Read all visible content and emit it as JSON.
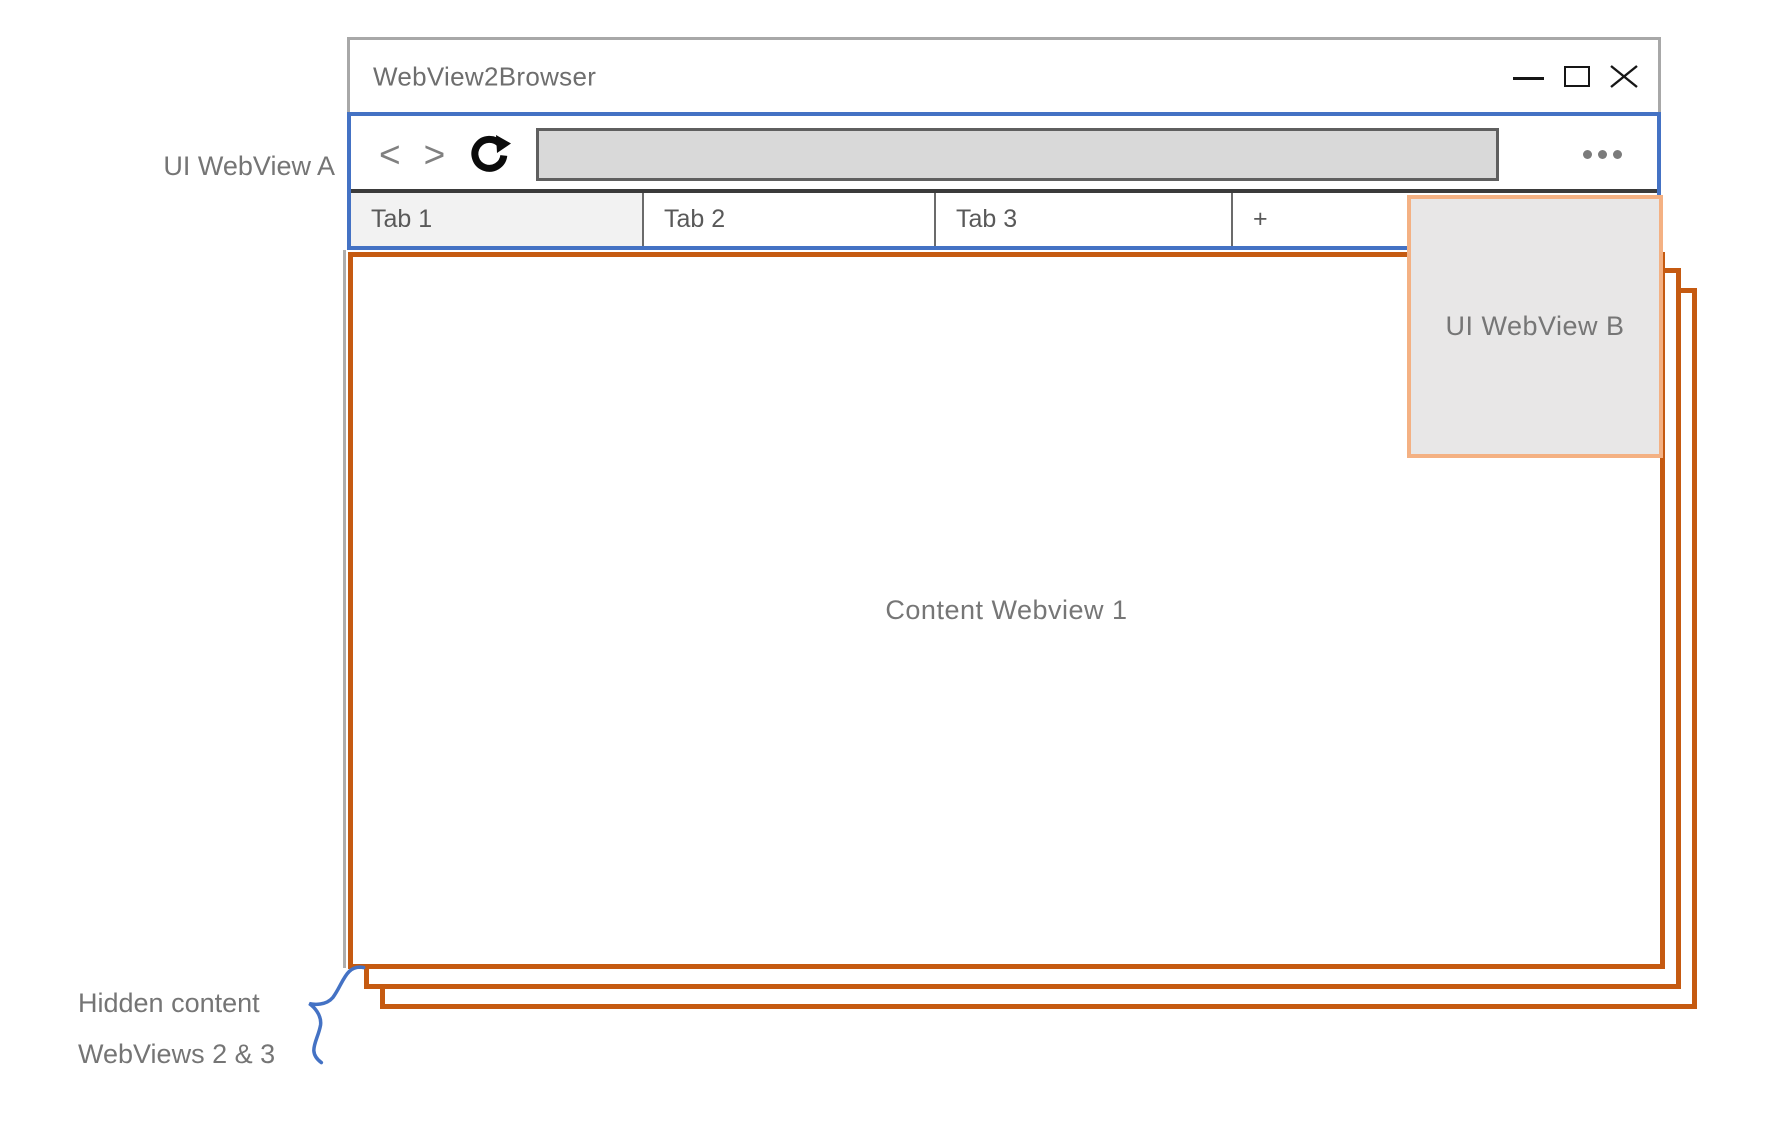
{
  "window": {
    "title": "WebView2Browser"
  },
  "nav": {
    "back": "<",
    "forward": ">",
    "address_value": ""
  },
  "tabs": [
    {
      "label": "Tab 1",
      "active": true
    },
    {
      "label": "Tab 2",
      "active": false
    },
    {
      "label": "Tab 3",
      "active": false
    },
    {
      "label": "+",
      "active": false
    }
  ],
  "content": {
    "webview1_label": "Content Webview 1"
  },
  "annotations": {
    "ui_webview_a": "UI WebView A",
    "ui_webview_b": "UI WebView B",
    "hidden_content_line1": "Hidden content",
    "hidden_content_line2": "WebViews 2 & 3"
  },
  "colors": {
    "ui_webview_border": "#4472C4",
    "content_webview_border": "#C55A11",
    "ui_webview_b_border": "#F4B183",
    "ui_webview_b_fill": "#E8E7E7",
    "address_bar_fill": "#D9D9D9",
    "active_tab_fill": "#F2F2F2",
    "titlebar_border": "#A8A8A8",
    "tabbar_top_border": "#3B3B3B",
    "annotation_text": "#757575",
    "brace_color": "#4472C4"
  }
}
